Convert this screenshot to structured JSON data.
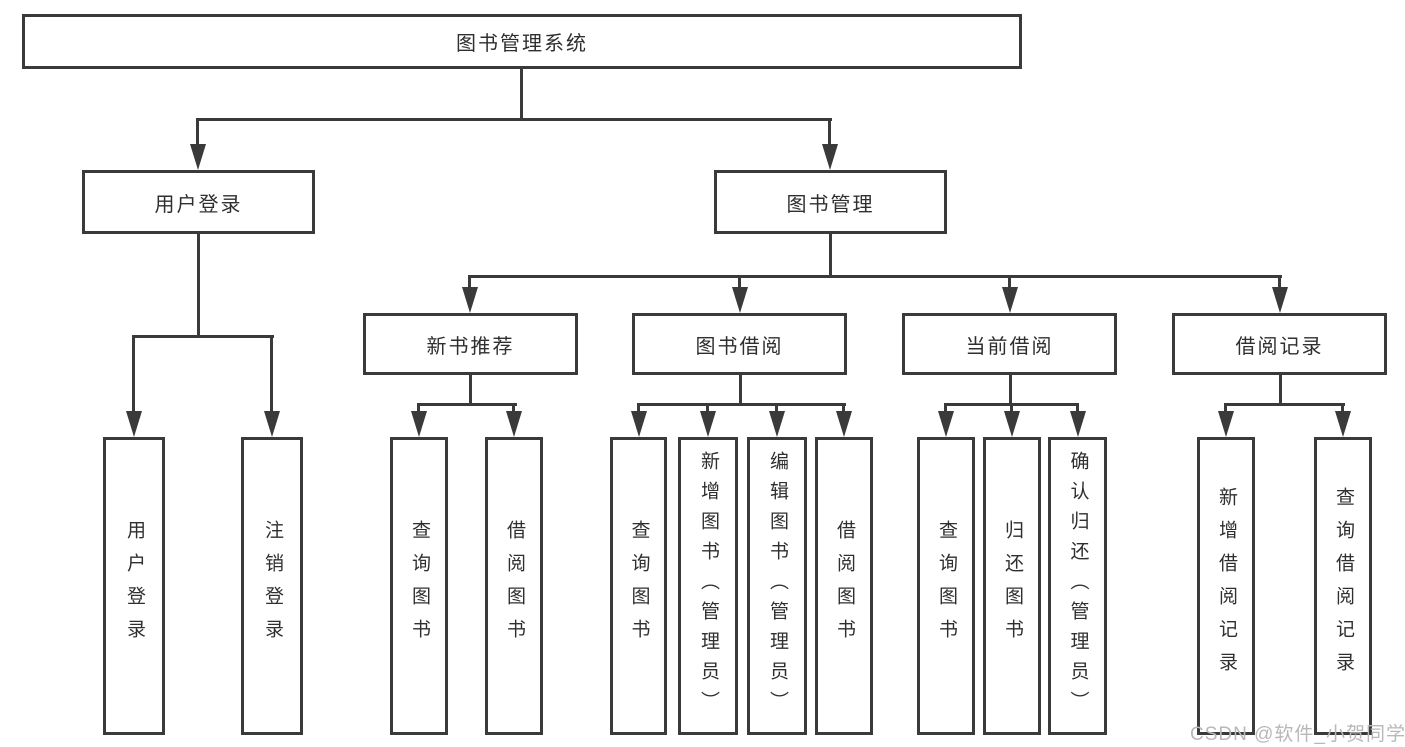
{
  "colors": {
    "line": "#3a3a3a",
    "text": "#2f2f2f",
    "background": "#ffffff",
    "watermark": "#b8b8b8"
  },
  "watermark": "CSDN @软件_小贺同学",
  "tree": {
    "label": "图书管理系统",
    "children": [
      {
        "label": "用户登录",
        "children": [
          {
            "label": "用户登录"
          },
          {
            "label": "注销登录"
          }
        ]
      },
      {
        "label": "图书管理",
        "children": [
          {
            "label": "新书推荐",
            "children": [
              {
                "label": "查询图书"
              },
              {
                "label": "借阅图书"
              }
            ]
          },
          {
            "label": "图书借阅",
            "children": [
              {
                "label": "查询图书"
              },
              {
                "label": "新增图书（管理员）"
              },
              {
                "label": "编辑图书（管理员）"
              },
              {
                "label": "借阅图书"
              }
            ]
          },
          {
            "label": "当前借阅",
            "children": [
              {
                "label": "查询图书"
              },
              {
                "label": "归还图书"
              },
              {
                "label": "确认归还（管理员）"
              }
            ]
          },
          {
            "label": "借阅记录",
            "children": [
              {
                "label": "新增借阅记录"
              },
              {
                "label": "查询借阅记录"
              }
            ]
          }
        ]
      }
    ]
  }
}
